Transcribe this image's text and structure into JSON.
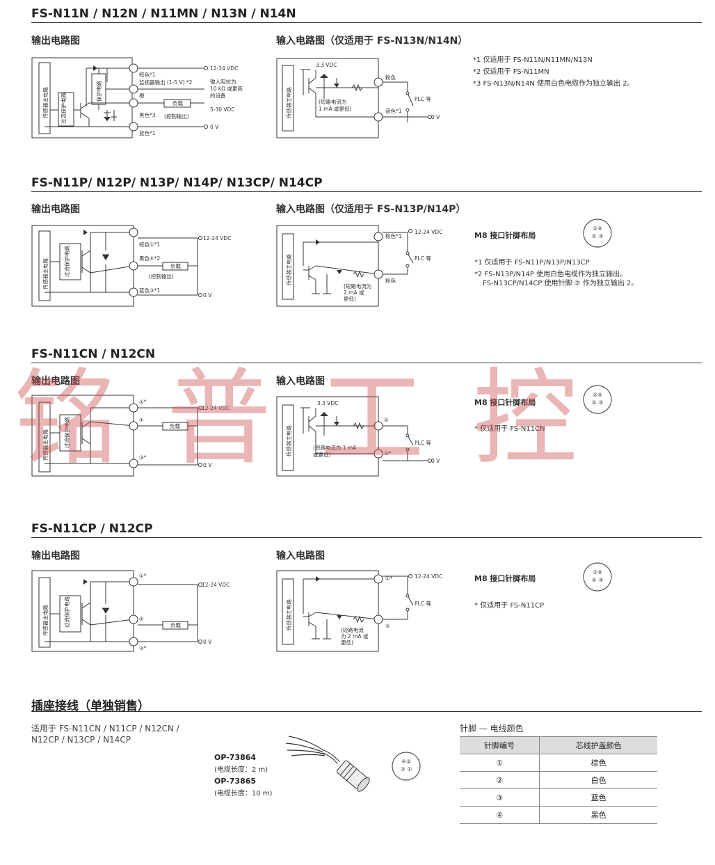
{
  "sections": [
    {
      "title": "FS-N11N / N12N / N11MN / N13N / N14N",
      "out_label": "输出电路图",
      "in_label": "输入电路图（仅适用于 FS-N13N/N14N）"
    },
    {
      "title": "FS-N11P/ N12P/ N13P/ N14P/ N13CP/ N14CP",
      "out_label": "输出电路图",
      "in_label": "输入电路图（仅适用于 FS-N13P/N14P）"
    },
    {
      "title": "FS-N11CN / N12CN",
      "out_label": "输出电路图",
      "in_label": "输入电路图"
    },
    {
      "title": "FS-N11CP / N12CP",
      "out_label": "输出电路图",
      "in_label": "输入电路图"
    },
    {
      "title": "插座接线（单独销售）"
    }
  ],
  "notes": {
    "s1": [
      "*1 仅适用于 FS-N11N/N11MN/N13N",
      "*2 仅适用于 FS-N11MN",
      "*3 FS-N13N/N14N 使用白色电缆作为独立输出 2。"
    ],
    "s2_header": "M8 接口针脚布局",
    "s2": [
      "*1 仅适用于 FS-N11P/N13P/N13CP",
      "*2 FS-N13P/N14P 使用白色电缆作为独立输出。",
      "FS-N13CP/N14CP 使用针脚 ② 作为独立输出 2。"
    ],
    "s3_header": "M8 接口针脚布局",
    "s3": "* 仅适用于 FS-N11CN",
    "s4_header": "M8 接口针脚布局",
    "s4": "* 仅适用于 FS-N11CP"
  },
  "circuit": {
    "main": "传感器主电路",
    "ocp": "过流保护电路",
    "prot": "保护电路",
    "brown1": "棕色*1",
    "monitor": "监视器输出 (1-5 V) *2",
    "orange": "橙",
    "black3": "黑色*3",
    "blue1": "蓝色*1",
    "v1224": "12-24 VDC",
    "imp1": "输入阻抗为",
    "imp2": "10 kΩ 或更高",
    "imp3": "的设备",
    "load": "负载",
    "ctrl": "(控制输出)",
    "v530": "5-30 VDC",
    "v0": "0 V",
    "v33": "3.3 VDC",
    "pink": "粉色",
    "blue": "蓝色*1",
    "plc": "PLC 等",
    "sc1a": "(短路电流为",
    "sc1b": "1 mA 或更低)",
    "brownc1": "棕色①*1",
    "blackc2": "黑色④*2",
    "bluec1": "蓝色③*1",
    "browns1": "棕色*1",
    "pinkp": "粉色",
    "sc2a": "(短路电流为",
    "sc2b": "2 mA 或",
    "sc2c": "更低)",
    "p1": "①*",
    "p4": "④",
    "p3": "③*",
    "p2": "②",
    "sc3a": "(短路电流为 1 mA",
    "sc3b": "或更低)",
    "sc4a": "(短路电流",
    "sc4b": "为 2 mA 或",
    "sc4c": "更低)"
  },
  "pin_layout": {
    "top": "②④",
    "bottom": "①  ③"
  },
  "socket": {
    "applies1": "适用于 FS-N11CN / N11CP / N12CN /",
    "applies2": "N12CP / N13CP / N14CP",
    "m1": "OP-73864",
    "m1len": "(电缆长度：2 m)",
    "m2": "OP-73865",
    "m2len": "(电缆长度：10 m)",
    "pin_top": "④②",
    "pin_bot": "③  ①",
    "table_title": "针脚 — 电线颜色",
    "headers": [
      "针脚编号",
      "芯线护盖颜色"
    ],
    "rows": [
      [
        "①",
        "棕色"
      ],
      [
        "②",
        "白色"
      ],
      [
        "③",
        "蓝色"
      ],
      [
        "④",
        "黑色"
      ]
    ]
  },
  "watermark": "铭普工控"
}
